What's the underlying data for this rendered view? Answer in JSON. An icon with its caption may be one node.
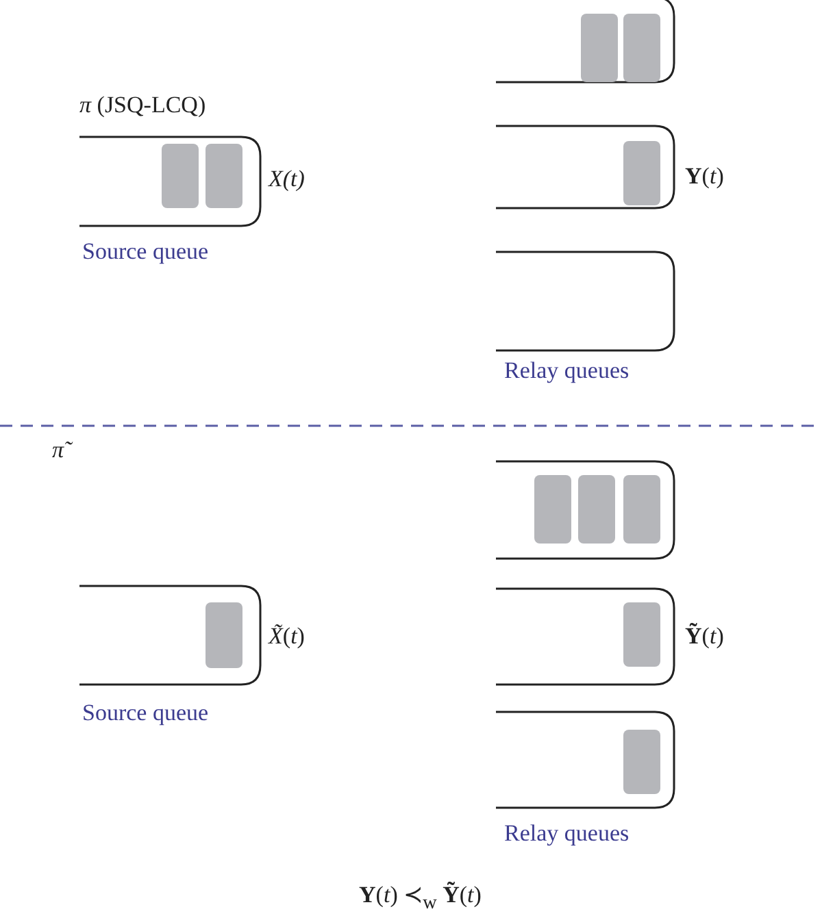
{
  "diagram": {
    "labels": [
      "*π* (JSQ-LCQ)",
      "X(t)",
      "**Y**(*t*)",
      "Source queue",
      "Relay queues",
      "π̃",
      "*X̃*(*t*)",
      "**Ỹ**(*t*)",
      "Source queue",
      "Relay queues",
      "**Y**(*t*) ≺$_{w}$ **Ỹ**(*t*)"
    ]
  }
}
